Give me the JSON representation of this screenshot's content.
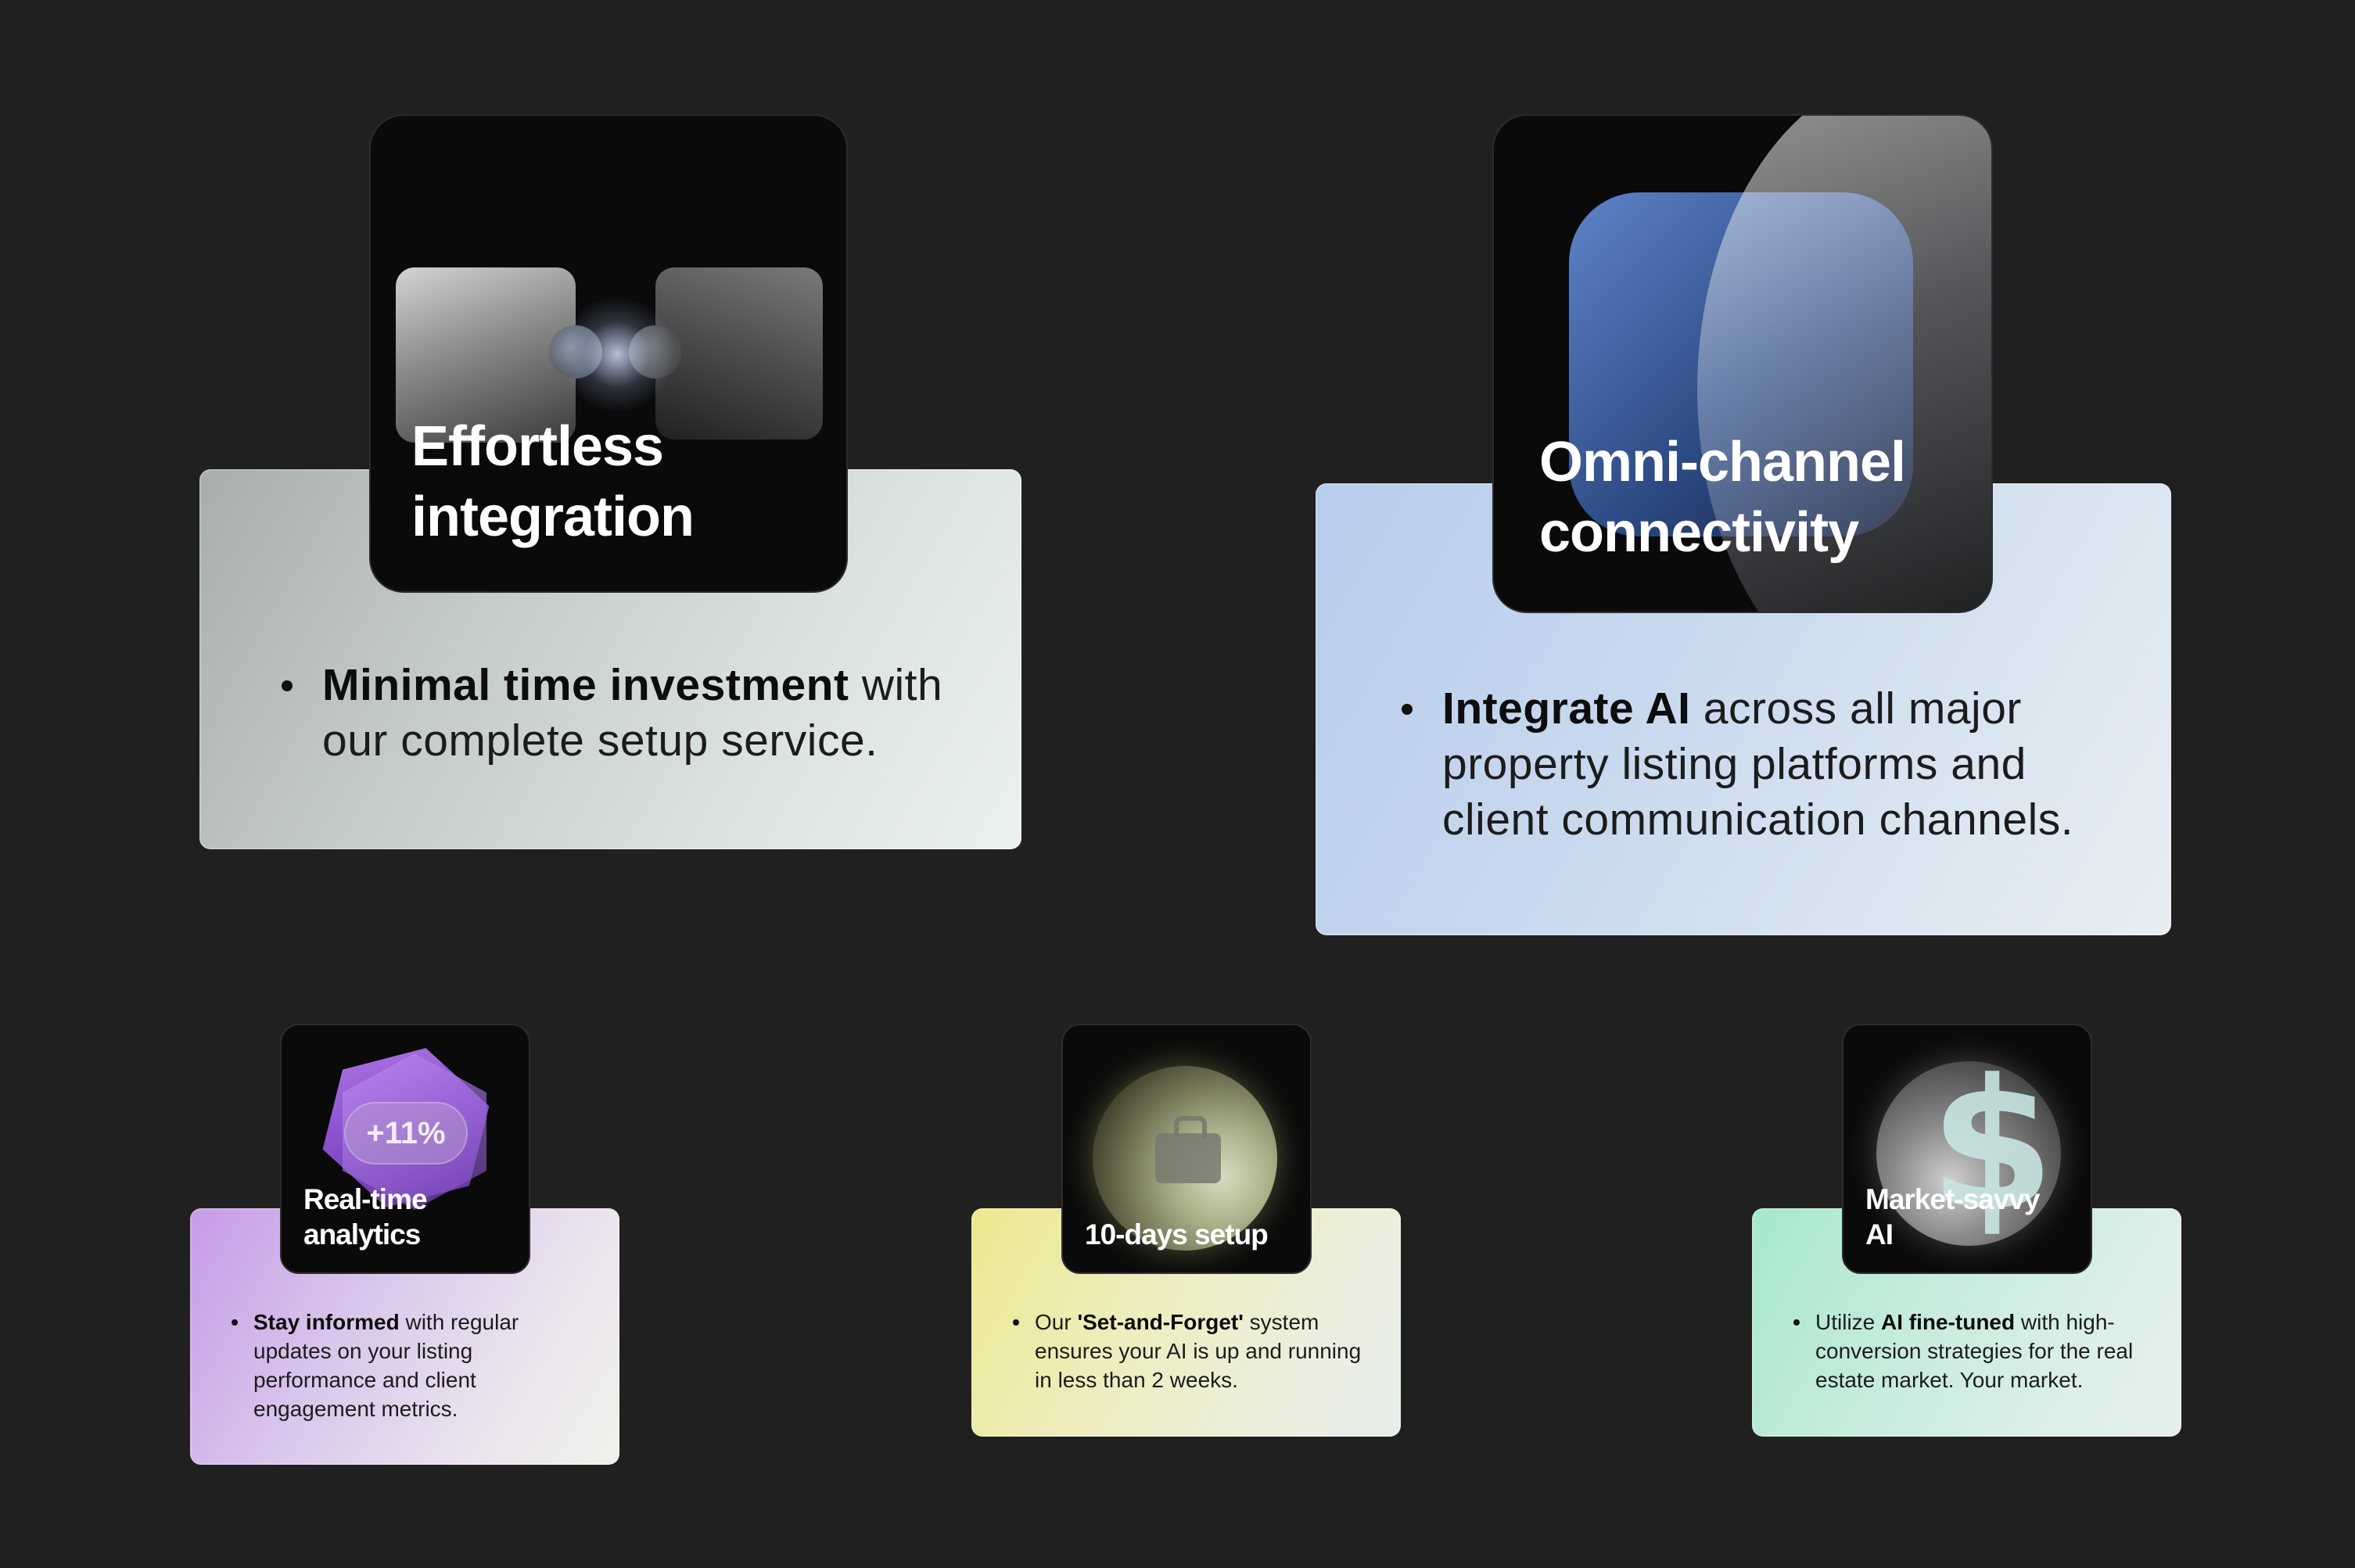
{
  "features": {
    "integration": {
      "title_line1": "Effortless",
      "title_line2": "integration",
      "bullet_bold": "Minimal time investment",
      "bullet_rest": " with our complete setup service."
    },
    "omni": {
      "title_line1": "Omni-channel",
      "title_line2": "connectivity",
      "bullet_bold": "Integrate AI",
      "bullet_rest": " across all major property listing platforms and client communication channels."
    },
    "analytics": {
      "title_line1": "Real-time",
      "title_line2": "analytics",
      "badge": "+11%",
      "bullet_bold": "Stay informed",
      "bullet_rest": " with regular updates on your listing performance and client engagement metrics."
    },
    "setup": {
      "title_line1": "10-days setup",
      "bullet_prefix": "Our ",
      "bullet_bold": "'Set-and-Forget'",
      "bullet_rest": " system ensures your AI is up and running in less than 2 weeks."
    },
    "market": {
      "title_line1": "Market-savvy",
      "title_line2": "AI",
      "bullet_prefix": "Utilize ",
      "bullet_bold": "AI fine-tuned",
      "bullet_rest": " with high-conversion strategies for the real estate market. Your market."
    }
  },
  "icons": {
    "integration": "puzzle-icon",
    "omni": "channels-icon",
    "analytics": "hexagon-chart-icon",
    "setup": "briefcase-icon",
    "market": "dollar-icon"
  },
  "colors": {
    "background": "#202020",
    "tile": "#0a0a0a",
    "panel_integration": "#d3dbd9",
    "panel_omni": "#c9d9ef",
    "panel_analytics": "#dccbee",
    "panel_setup": "#eef0c8",
    "panel_market": "#cdeee2"
  }
}
